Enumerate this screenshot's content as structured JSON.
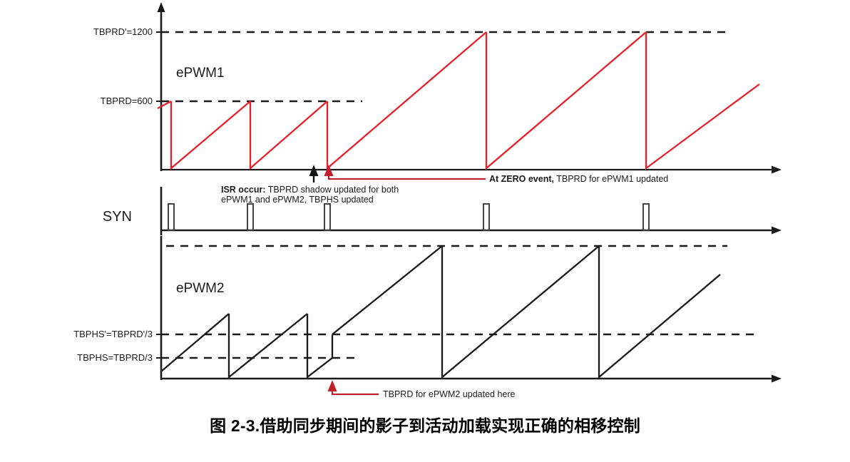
{
  "figure": {
    "caption_prefix": "图 2-3.",
    "caption_text": "借助同步期间的影子到活动加载实现正确的相移控制",
    "caption_full": "图 2-3. 借助同步期间的影子到活动加载实现正确的相移控制"
  },
  "colors": {
    "epwm1_trace": "#e8202a",
    "epwm2_trace": "#1a1a1a",
    "axis": "#1a1a1a",
    "dashed_guide": "#1a1a1a",
    "annotation_red": "#c0202a",
    "background": "#ffffff"
  },
  "panels": {
    "epwm1": {
      "name": "ePWM1",
      "labels": [
        {
          "id": "tbprd-prime",
          "text": "TBPRD'=1200",
          "value": 1200
        },
        {
          "id": "tbprd",
          "text": "TBPRD=600",
          "value": 600
        }
      ]
    },
    "syn": {
      "name": "SYN",
      "pulse_count": 5
    },
    "epwm2": {
      "name": "ePWM2",
      "labels": [
        {
          "id": "tbphs-prime",
          "text": "TBPHS'=TBPRD'/3"
        },
        {
          "id": "tbphs",
          "text": "TBPHS=TBPRD/3"
        }
      ]
    }
  },
  "annotations": {
    "zero_event": {
      "bold": "At ZERO event,",
      "rest": " TBPRD for ePWM1 updated"
    },
    "isr": {
      "bold": "ISR occur:",
      "line1_rest": "  TBPRD shadow updated for both",
      "line2": "ePWM1 and  ePWM2, TBPHS updated"
    },
    "epwm2_update": {
      "text": "TBPRD for ePWM2 updated here"
    }
  },
  "chart_data": {
    "type": "line",
    "title": "图 2-3. 借助同步期间的影子到活动加载实现正确的相移控制",
    "xlabel": "",
    "ylabel": "",
    "grid": false,
    "legend": "none",
    "series": [
      {
        "name": "ePWM1",
        "color": "#e8202a",
        "description": "Sawtooth counter: three cycles at TBPRD=600, then two cycles at TBPRD'=1200, plus partial ramp",
        "levels": {
          "TBPRD": 600,
          "TBPRD_prime": 1200
        },
        "ramps": [
          {
            "start_x": 226,
            "end_x": 240,
            "peak": 600,
            "partial": true
          },
          {
            "start_x": 240,
            "end_x": 351,
            "peak": 600
          },
          {
            "start_x": 351,
            "end_x": 459,
            "peak": 600
          },
          {
            "start_x": 459,
            "end_x": 682,
            "peak": 1200
          },
          {
            "start_x": 682,
            "end_x": 906,
            "peak": 1200
          },
          {
            "start_x": 906,
            "end_x": 1065,
            "peak": 1200,
            "partial": true
          }
        ]
      },
      {
        "name": "SYN",
        "color": "#1a1a1a",
        "description": "Narrow sync pulses aligned with ePWM1 period boundaries",
        "pulse_x": [
          240,
          351,
          459,
          682,
          906
        ]
      },
      {
        "name": "ePWM2",
        "color": "#1a1a1a",
        "description": "Phase-shifted sawtooth counter starting at TBPHS=TBPRD/3, after update starts at TBPHS'=TBPRD'/3",
        "levels": {
          "TBPHS": 200,
          "TBPHS_prime": 400,
          "TBPRD": 600,
          "TBPRD_prime": 1200
        },
        "ramps": [
          {
            "start_x": 226,
            "end_x": 321,
            "start_level": "TBPHS",
            "peak": 600
          },
          {
            "start_x": 321,
            "end_x": 431,
            "start_level": 0,
            "peak": 600
          },
          {
            "start_x": 431,
            "end_x": 466,
            "start_level": 0,
            "peak": "TBPHS",
            "note": "jumps to TBPHS' at x=466"
          },
          {
            "start_x": 466,
            "end_x": 620,
            "start_level": "TBPHS_prime",
            "peak": 1200
          },
          {
            "start_x": 620,
            "end_x": 840,
            "start_level": 0,
            "peak": 1200
          },
          {
            "start_x": 840,
            "end_x": 1010,
            "start_level": 0,
            "peak": 1200,
            "partial": true
          }
        ]
      }
    ]
  }
}
